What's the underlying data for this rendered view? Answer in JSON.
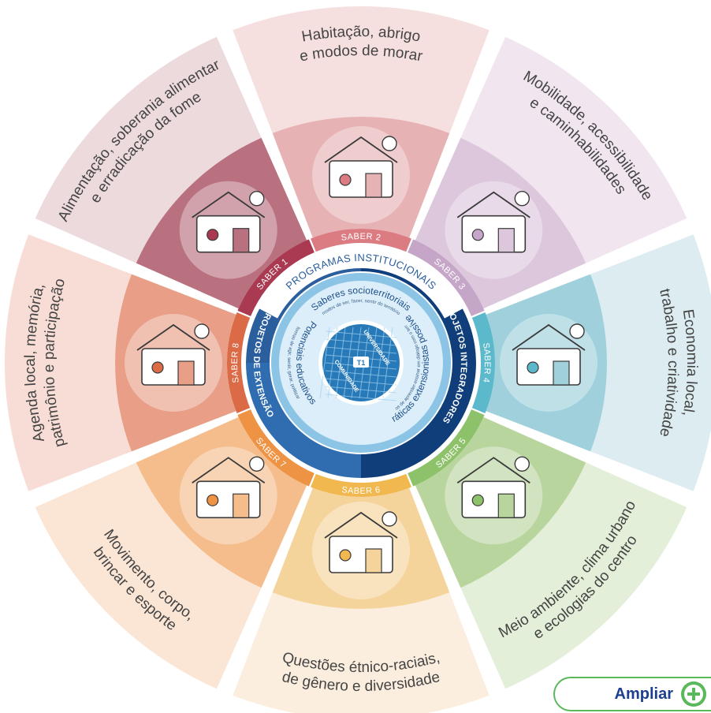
{
  "sectors": [
    {
      "id": "saber1",
      "theme": "Alimentação, soberania alimentar e erradicação da fome",
      "theme_lines": [
        "Alimentação, soberania alimentar",
        "e erradicação da fome"
      ],
      "saber": "SABER 1",
      "outer": "#eddadd",
      "mid": "#b9707f",
      "ring": "#a93a52",
      "icon": "food-illustration"
    },
    {
      "id": "saber2",
      "theme": "Habitação, abrigo e modos de morar",
      "theme_lines": [
        "Habitação, abrigo",
        "e modos de morar"
      ],
      "saber": "SABER 2",
      "outer": "#f6dfdf",
      "mid": "#e7b2b4",
      "ring": "#db7c83",
      "icon": "housing-illustration"
    },
    {
      "id": "saber3",
      "theme": "Mobilidade, acessibilidade e caminhabilidades",
      "theme_lines": [
        "Mobilidade, acessibilidade",
        "e caminhabilidades"
      ],
      "saber": "SABER 3",
      "outer": "#f1e6f0",
      "mid": "#dcc7dc",
      "ring": "#c6a6c8",
      "icon": "mobility-illustration"
    },
    {
      "id": "saber4",
      "theme": "Economia local, trabalho e criatividade",
      "theme_lines": [
        "Economia local,",
        "trabalho e criatividade"
      ],
      "saber": "SABER 4",
      "outer": "#dcecf0",
      "mid": "#9fd0dc",
      "ring": "#5cb9cb",
      "icon": "economy-illustration"
    },
    {
      "id": "saber5",
      "theme": "Meio ambiente, clima urbano e ecologias do centro",
      "theme_lines": [
        "Meio ambiente, clima urbano",
        "e ecologias do centro"
      ],
      "saber": "SABER 5",
      "outer": "#e3efd9",
      "mid": "#b9d59e",
      "ring": "#8dc26b",
      "icon": "environment-illustration"
    },
    {
      "id": "saber6",
      "theme": "Questões étnico-raciais, de gênero e diversidade",
      "theme_lines": [
        "Questões étnico-raciais,",
        "de gênero e diversidade"
      ],
      "saber": "SABER 6",
      "outer": "#fbeede",
      "mid": "#f5d49c",
      "ring": "#f0b84e",
      "icon": "diversity-illustration"
    },
    {
      "id": "saber7",
      "theme": "Movimento, corpo, brincar e esporte",
      "theme_lines": [
        "Movimento, corpo,",
        "brincar e esporte"
      ],
      "saber": "SABER 7",
      "outer": "#fbe6d6",
      "mid": "#f5bd8c",
      "ring": "#ee9344",
      "icon": "movement-illustration"
    },
    {
      "id": "saber8",
      "theme": "Agenda local, memória, patrimônio e participação",
      "theme_lines": [
        "Agenda local, memória,",
        "patrimônio e participação"
      ],
      "saber": "SABER 8",
      "outer": "#f7ddd5",
      "mid": "#e99f87",
      "ring": "#db6a47",
      "icon": "heritage-illustration"
    }
  ],
  "inner_ring": {
    "top": "PROGRAMAS INSTITUCIONAIS",
    "right": "PROJETOS INTEGRADORES",
    "left": "PROJETOS DE EXTENSÃO",
    "colors": {
      "top": "#2a5e9c",
      "right": "#0f3e7a",
      "left": "#2f6cb0"
    }
  },
  "core": {
    "saberes_title": "Saberes socioterritoriais",
    "saberes_sub": "modos de ser, fazer, sentir do território",
    "potenciais_title": "Potenciais educativos",
    "potenciais_sub": "formas de agir, sentir, gerar, politizar",
    "praticas_title": "Práticas extensionistas possíveis",
    "praticas_sub": "modos de aprender-ensinar em diálogo com o território",
    "universidade": "UNIVERSIDADE",
    "comunidade": "COMUNIDADE",
    "territory_label": "T1",
    "colors": {
      "ring": "#8cc4e6",
      "core": "#dbeef9",
      "map": "#2779b8"
    }
  },
  "button": {
    "label": "Ampliar",
    "icon": "plus-circle-icon",
    "color": "#5cb85c"
  }
}
